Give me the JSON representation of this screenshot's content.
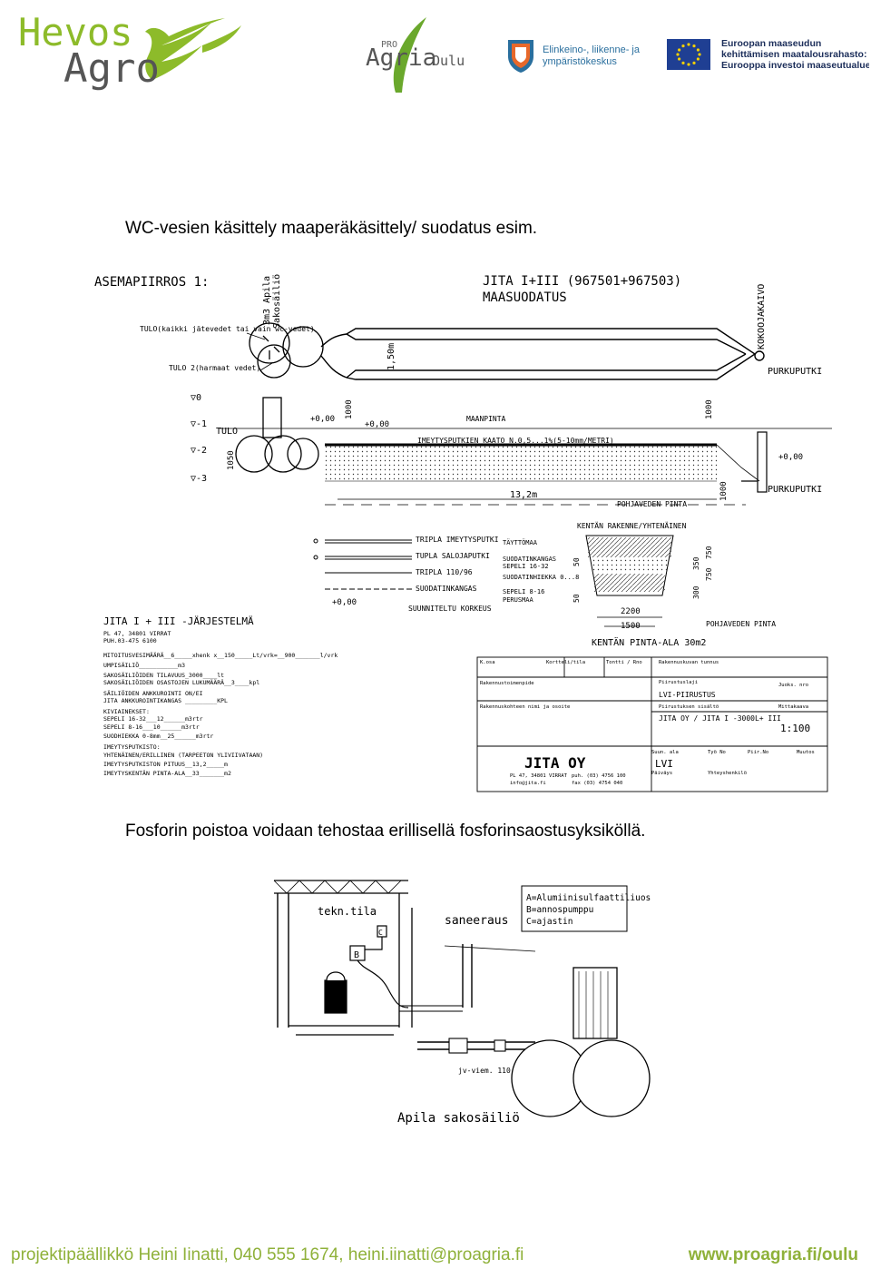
{
  "header": {
    "hevos_logo": {
      "line1": "Hevos",
      "line2": "Agro"
    },
    "proagria_logo": {
      "pro": "PRO",
      "name": "Agria",
      "region": "Oulu"
    },
    "ely_logo": {
      "line1": "Elinkeino-, liikenne- ja",
      "line2": "ympäristökeskus"
    },
    "eu_logo": {
      "line1": "Euroopan maaseudun",
      "line2": "kehittämisen maatalousrahasto:",
      "line3": "Eurooppa investoi maaseutualueisiin"
    }
  },
  "captions": {
    "first": "WC-vesien käsittely maaperäkäsittely/ suodatus esim.",
    "second": "Fosforin poistoa voidaan tehostaa erillisellä fosforinsaostusyksiköllä."
  },
  "drawing1": {
    "asemapiirros": "ASEMAPIIRROS   1:",
    "title1": "JITA  I+III   (967501+967503)",
    "title2": "MAASUODATUS",
    "apila": "3m3 Apila",
    "sakosailio": "Sakosäiliö",
    "tulo_kaikki": "TULO(kaikki jätevedet tai vain wc-vedet)",
    "tulo_harmaat": "TULO 2(harmaat vedet)",
    "kokoojakaivo": "KOKOOJAKAIVO",
    "purkuputki": "PURKUPUTKI",
    "dim_150": "1,50m",
    "maanpinta": "MAANPINTA",
    "imeytysputkien": "IMEYTYSPUTKIEN KAATO N.0,5...1%(5-10mm/METRI)",
    "plus000_a": "+0,00",
    "plus000_b": "+0,00",
    "plus000_c": "+0,00",
    "dim_1000a": "1000",
    "dim_1000b": "1000",
    "dim_1000c": "1000",
    "dim_1050": "1050",
    "dim_132": "13,2m",
    "pohjavesi": "POHJAVEDEN PINTA",
    "tulo": "TULO",
    "levels": [
      "▽0",
      "▽-1",
      "▽-2",
      "▽-3"
    ],
    "legend": [
      "TRIPLA IMEYTYSPUTKI",
      "TUPLA SALOJAPUTKI",
      "TRIPLA 110/96",
      "SUODATINKANGAS",
      "SUUNNITELTU KORKEUS"
    ],
    "plus000_legend": "+0,00",
    "kentan_rakenne": "KENTÄN RAKENNE/YHTENÄINEN",
    "layers": [
      "TÄYTTÖMAA",
      "SUODATINKANGAS",
      "SEPELI 16-32",
      "SUODATINHIEKKA 0...8",
      "SEPELI 8-16",
      "PERUSMAA"
    ],
    "dim_2200": "2200",
    "dim_1500": "1500",
    "kentan_pinta": "KENTÄN PINTA-ALA 30m2",
    "dims_right": [
      "750",
      "350",
      "750",
      "300"
    ],
    "dims_left": [
      "50",
      "50"
    ],
    "system_title": "JITA  I  +  III  -JÄRJESTELMÄ",
    "address": [
      "PL 47, 34801 VIRRAT",
      "PUH.03-475 6100"
    ],
    "specs": [
      "MITOITUSVESIMÄÄRÄ__6_____xhenk x__150_____Lt/vrk=__900_______l/vrk",
      "UMPISÄILIÖ___________m3",
      "SAKOSÄILIÖIDEN TILAVUUS_3000____lt",
      "SAKOSÄILIÖIDEN OSASTOJEN LUKUMÄÄRÄ__3____kpl",
      "SÄILIÖIDEN ANKKUROINTI   ON/EI",
      "JITA ANKKUROINTIKANGAS    _________KPL",
      "KIVIAINEKSET:",
      "SEPELI  16-32___12______m3rtr",
      "SEPELI   8-16___10______m3rtr",
      "SUODHIEKKA 0-8mm__25______m3rtr",
      "IMEYTYSPUTKISTO:",
      "YHTENÄINEN/ERILLINEN      (TARPEETON YLIVIIVATAAN)",
      "IMEYTYSPUTKISTON PITUUS__13,2_____m",
      "IMEYTYSKENTÄN PINTA-ALA__33_______m2"
    ],
    "titleblock": {
      "koso": "K.osa",
      "kortteli": "Kortteli/tila",
      "tontti": "Tontti / Rno",
      "rak_tunnus": "Rakennuskuvan tunnus",
      "rak_toimenpide": "Rakennustoimenpide",
      "piirustuslaji": "Piirustuslaji",
      "juoks": "Juoks. nro",
      "lvi_piirustus": "LVI-PIIRUSTUS",
      "rak_kohde": "Rakennuskohteen nimi ja osoite",
      "piir_sisalto": "Piirustuksen sisältö",
      "mittakaava": "Mittakaava",
      "jita_desc": "JITA  OY  /  JITA  I  -3000L+  III",
      "scale": "1:100",
      "company": "JITA OY",
      "comp_addr1": "PL 47, 34801 VIRRAT",
      "comp_addr2": "info@jita.fi",
      "comp_puh": "puh. (03) 4756 100",
      "comp_fax": "fax  (03) 4754 040",
      "suunn_ala": "Suun. ala",
      "tyo_no": "Työ No",
      "piir_no": "Piir.No",
      "muutos": "Muutos",
      "lvi": "LVI",
      "paivays": "Päiväys",
      "yhteyshenkilo": "Yhteyshenkilö"
    }
  },
  "drawing2": {
    "tekn_tila": "tekn.tila",
    "saneeraus": "saneeraus",
    "legend": [
      "A=Alumiinisulfaattiliuos",
      "B=annospumppu",
      "C=ajastin"
    ],
    "label_b": "B",
    "label_c": "C",
    "jv_viem": "jv-viem. 110",
    "apila_sakosailio": "Apila sakosäiliö"
  },
  "footer": {
    "left": "projektipäällikkö Heini Iinatti, 040 555 1674, heini.iinatti@proagria.fi",
    "right": "www.proagria.fi/oulu"
  },
  "colors": {
    "hevos_green": "#8dbb2a",
    "agro_grey": "#555555",
    "footer_green": "#8fb13a",
    "eu_blue": "#1f3f93",
    "eu_star": "#f5d000"
  }
}
